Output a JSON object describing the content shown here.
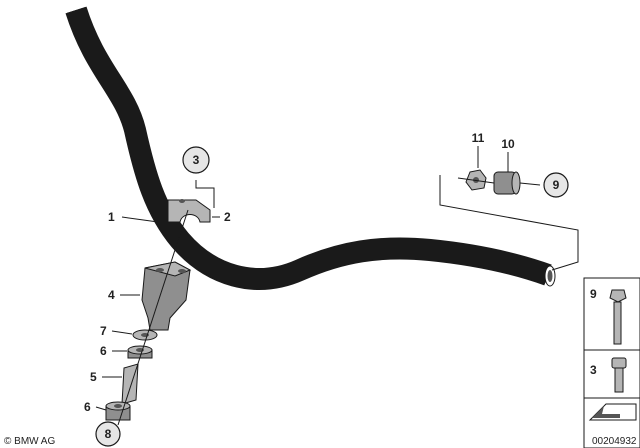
{
  "callouts": {
    "c1": "1",
    "c2": "2",
    "c3": "3",
    "c4": "4",
    "c5": "5",
    "c6a": "6",
    "c6b": "6",
    "c7": "7",
    "c8": "8",
    "c9": "9",
    "c10": "10",
    "c11": "11"
  },
  "legend": {
    "item_top": "9",
    "item_bottom": "3"
  },
  "footer": {
    "copyright": "© BMW AG",
    "drawing_number": "00204932"
  }
}
